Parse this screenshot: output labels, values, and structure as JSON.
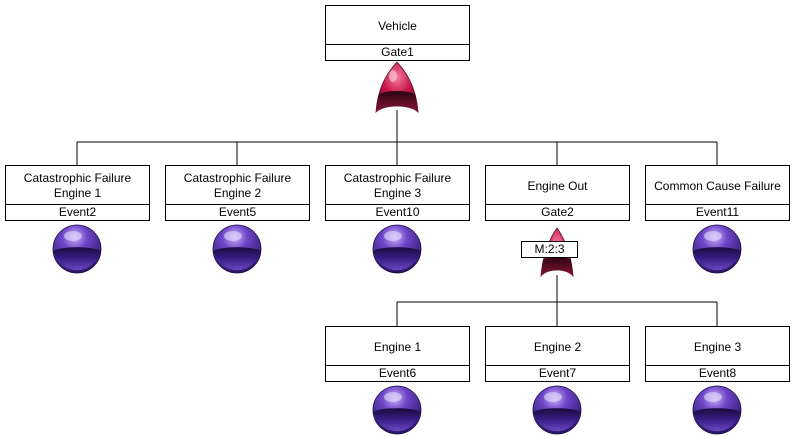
{
  "top": {
    "label": "Vehicle",
    "id": "Gate1"
  },
  "level1": [
    {
      "label": "Catastrophic Failure Engine 1",
      "id": "Event2"
    },
    {
      "label": "Catastrophic Failure Engine 2",
      "id": "Event5"
    },
    {
      "label": "Catastrophic Failure Engine 3",
      "id": "Event10"
    },
    {
      "label": "Engine Out",
      "id": "Gate2",
      "vote": "M:2:3"
    },
    {
      "label": "Common Cause Failure",
      "id": "Event11"
    }
  ],
  "level2": [
    {
      "label": "Engine 1",
      "id": "Event6"
    },
    {
      "label": "Engine 2",
      "id": "Event7"
    },
    {
      "label": "Engine 3",
      "id": "Event8"
    }
  ],
  "colors": {
    "gate": "#c8174a",
    "event": "#4f2a9a",
    "line": "#000000"
  },
  "icons": {
    "gate": "or-gate-icon",
    "vote_gate": "voting-gate-icon",
    "event": "basic-event-icon"
  }
}
